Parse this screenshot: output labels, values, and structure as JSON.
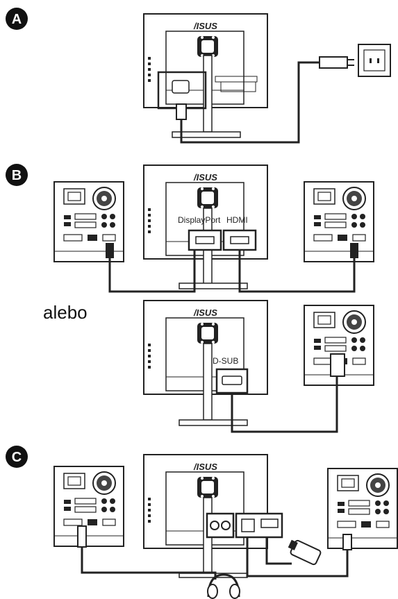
{
  "sections": [
    {
      "letter": "A"
    },
    {
      "letter": "B"
    },
    {
      "letter": "C"
    }
  ],
  "brand": "/ISUS",
  "ports": {
    "displayport": "DisplayPort",
    "hdmi": "HDMI",
    "dsub": "D-SUB"
  },
  "alt_text": "alebo"
}
